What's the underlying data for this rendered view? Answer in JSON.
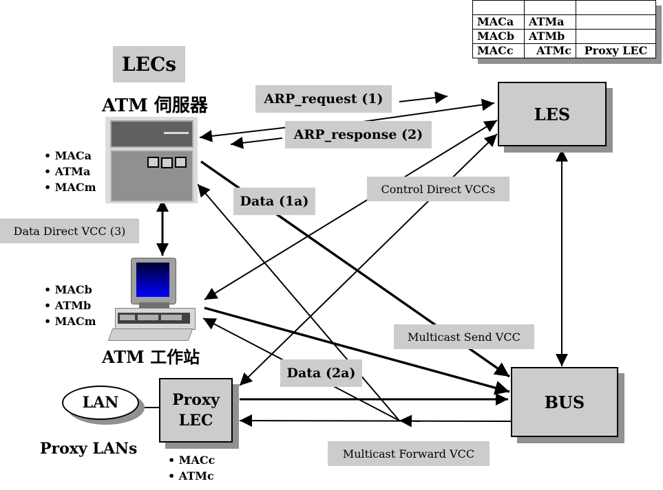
{
  "arp_table": {
    "rows": [
      [
        "",
        "",
        ""
      ],
      [
        "MACa",
        "ATMa",
        ""
      ],
      [
        "MACb",
        "ATMb",
        ""
      ],
      [
        "MACc",
        "ATMc",
        "Proxy LEC"
      ]
    ]
  },
  "lecs_title": "LECs",
  "server": {
    "title": "ATM 伺服器",
    "addresses": [
      "MACa",
      "ATMa",
      "MACm"
    ]
  },
  "workstation": {
    "title": "ATM 工作站",
    "addresses": [
      "MACb",
      "ATMb",
      "MACm"
    ]
  },
  "proxy": {
    "lan_label": "LAN",
    "lans_title": "Proxy LANs",
    "lec_line1": "Proxy",
    "lec_line2": "LEC",
    "addresses": [
      "MACc",
      "ATMc"
    ]
  },
  "les_label": "LES",
  "bus_label": "BUS",
  "connection_labels": {
    "arp_request": "ARP_request (1)",
    "arp_response": "ARP_response (2)",
    "data_1a": "Data (1a)",
    "control_direct": "Control Direct VCCs",
    "data_direct": "Data Direct VCC (3)",
    "multicast_send": "Multicast Send VCC",
    "data_2a": "Data (2a)",
    "multicast_forward": "Multicast Forward VCC"
  },
  "colors": {
    "label_bg": "#cccccc",
    "shadow": "#919191",
    "screen_top": "#000033",
    "screen_bottom": "#0000ff"
  }
}
